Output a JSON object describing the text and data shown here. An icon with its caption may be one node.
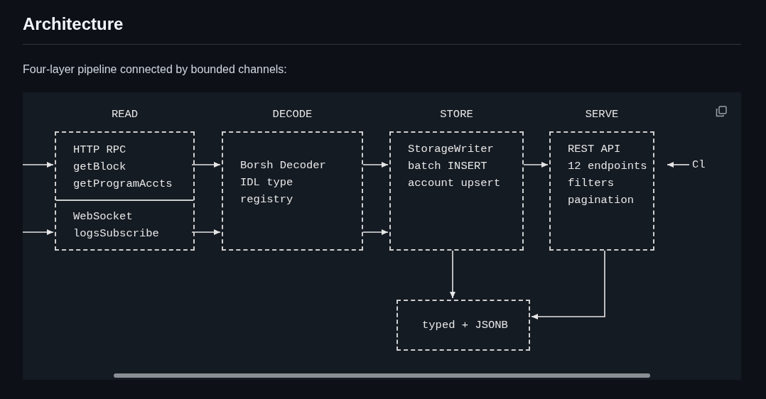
{
  "diagram": {
    "title": "Architecture",
    "caption": "Four-layer pipeline connected by bounded channels:",
    "nodes": [
      {
        "text": [
          "READ"
        ]
      },
      {
        "text": [
          "HTTP RPC",
          "getBlock",
          "getProgramAccts"
        ],
        "in": 0
      },
      {
        "text": [
          "WebSocket",
          "logsSubscribe"
        ],
        "in": 0
      },
      {
        "text": [
          "DECODE",
          "Borsh Decoder",
          "IDL type",
          "registry"
        ]
      },
      {
        "text": [
          "STORE",
          "StorageWriter",
          "batch INSERT",
          "account upsert"
        ]
      },
      {
        "text": [
          "SERVE",
          "REST API",
          "12 endpoints",
          "filters",
          "pagination"
        ]
      },
      {
        "text": [
          "typed + JSONB"
        ]
      },
      {
        "text": [
          "Cl"
        ]
      }
    ],
    "edges": [
      {
        "from": null,
        "to": 1,
        "arrow": "to"
      },
      {
        "from": null,
        "to": 2,
        "arrow": "to"
      },
      {
        "from": 1,
        "to": 3,
        "arrow": "to"
      },
      {
        "from": 2,
        "to": 3,
        "arrow": "to"
      },
      {
        "from": 3,
        "to": 4,
        "arrow": "to"
      },
      {
        "from": 3,
        "to": 4,
        "arrow": "to"
      },
      {
        "from": 4,
        "to": 5,
        "arrow": "to"
      },
      {
        "from": 4,
        "to": 6,
        "arrow": "to"
      },
      {
        "from": 5,
        "to": 6,
        "arrow": "to"
      },
      {
        "from": 7,
        "to": 5,
        "arrow": "to"
      }
    ]
  }
}
